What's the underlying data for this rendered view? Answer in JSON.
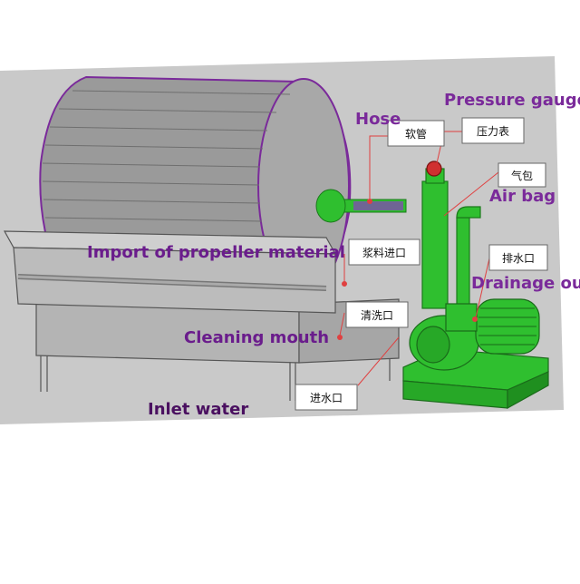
{
  "colors": {
    "background": "#c8c8c8",
    "purple_label": "#6a1c8c",
    "pump_green": "#2fbf2f",
    "leader_red": "#e04040"
  },
  "labels_en": {
    "pressure_gauge": "Pressure gauge",
    "hose": "Hose",
    "air_bag": "Air bag",
    "import_material": "Import of propeller material",
    "drainage": "Drainage out",
    "cleaning_mouth": "Cleaning mouth",
    "inlet_water": "Inlet water"
  },
  "labels_cn": {
    "hose": "软管",
    "pressure_gauge": "压力表",
    "air_bag": "气包",
    "slurry_inlet": "浆料进口",
    "drain_outlet": "排水口",
    "cleaning_outlet": "清洗口",
    "water_inlet": "进水口"
  }
}
